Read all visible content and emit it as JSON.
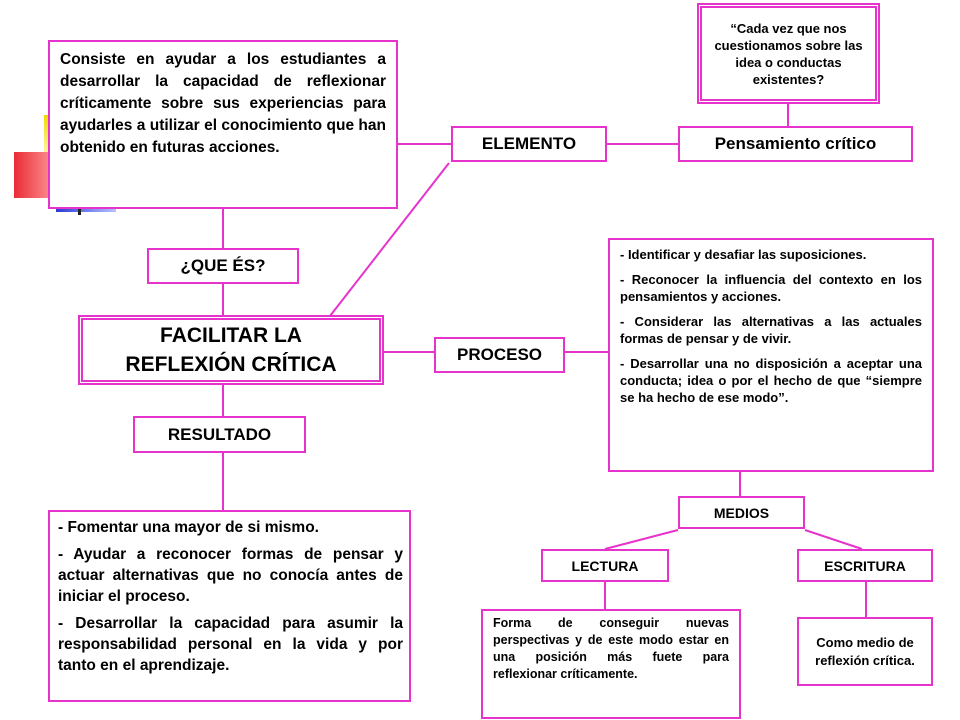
{
  "definition": "Consiste en ayudar a los estudiantes a desarrollar la capacidad de reflexionar críticamente sobre sus experiencias para ayudarles a utilizar el conocimiento que han obtenido en futuras acciones.",
  "quote": "“Cada vez que nos cuestionamos sobre las idea o conductas existentes?",
  "elemento": "ELEMENTO",
  "pensamiento": "Pensamiento crítico",
  "que_es": "¿QUE ÉS?",
  "main_title": "FACILITAR LA REFLEXIÓN CRÍTICA",
  "proceso": "PROCESO",
  "resultado": "RESULTADO",
  "proceso_items": [
    "- Identificar y desafiar las suposiciones.",
    "- Reconocer la influencia del contexto en los pensamientos y acciones.",
    "- Considerar las alternativas a las actuales formas de pensar y de vivir.",
    "- Desarrollar una no disposición a aceptar una conducta; idea o por el hecho de que “siempre se ha hecho de ese modo”."
  ],
  "resultado_items": [
    "- Fomentar una mayor de si mismo.",
    "- Ayudar a reconocer formas de pensar y actuar alternativas que no conocía antes de iniciar el proceso.",
    "- Desarrollar la capacidad para asumir la responsabilidad personal en la vida y por tanto en el aprendizaje."
  ],
  "medios": "MEDIOS",
  "lectura": "LECTURA",
  "escritura": "ESCRITURA",
  "lectura_desc": "Forma de conseguir nuevas perspectivas y de este modo estar en una posición más fuete para reflexionar críticamente.",
  "escritura_desc": "Como medio de reflexión crítica.",
  "colors": {
    "border": "#e633cc"
  }
}
